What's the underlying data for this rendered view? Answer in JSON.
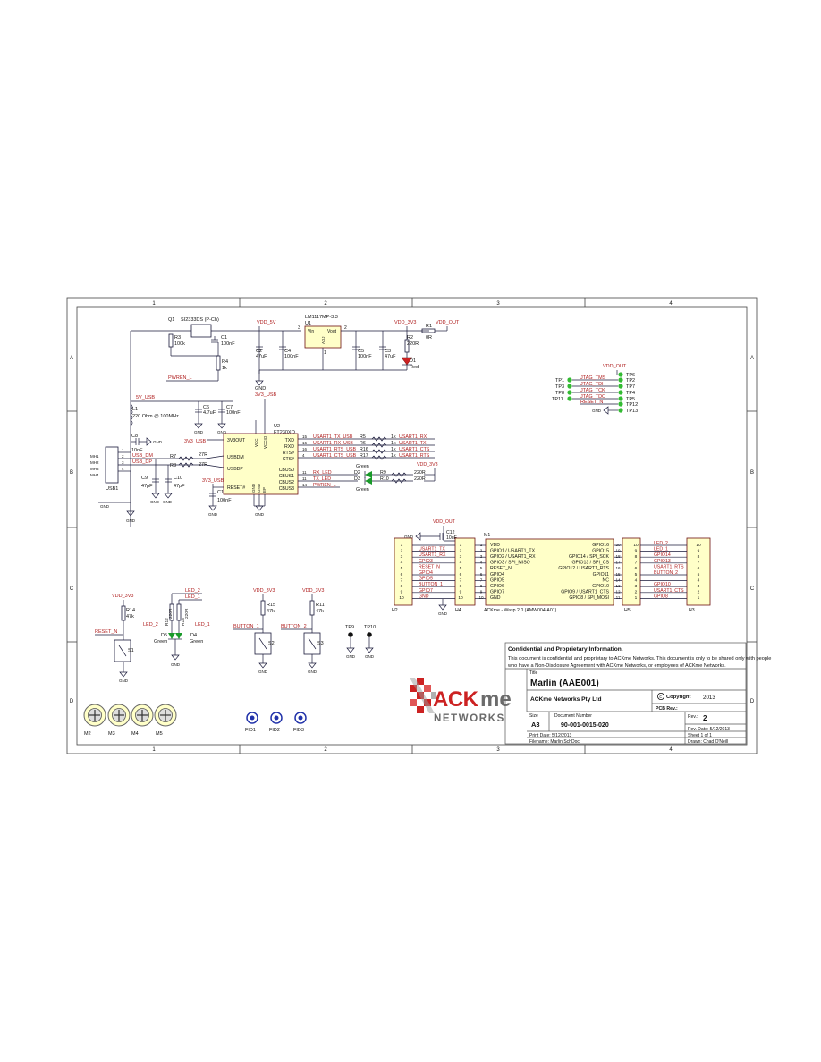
{
  "frame": {
    "columns": [
      "1",
      "2",
      "3",
      "4"
    ],
    "rows": [
      "A",
      "B",
      "C",
      "D"
    ]
  },
  "power_section": {
    "q1_label": "Q1",
    "q1_part": "SI2333DS (P-Ch)",
    "r3": "R3",
    "r3_val": "100k",
    "c1": "C1",
    "c1_val": "100nF",
    "r4": "R4",
    "r4_val": "1k",
    "pwren": "PWREN_L",
    "vdd_5v": "VDD_5V",
    "regulator_part": "LM1117MP-3.3",
    "regulator_ref": "U1",
    "vin": "Vin",
    "vout": "Vout",
    "adj": "ADJ",
    "pin3": "3",
    "pin2": "2",
    "pin1": "1",
    "c2": "C2",
    "c2_val": "47uF",
    "c4": "C4",
    "c4_val": "100nF",
    "c5": "C5",
    "c5_val": "100nF",
    "c3": "C3",
    "c3_val": "47uF",
    "vdd_3v3": "VDD_3V3",
    "r1": "R1",
    "r1_val": "0R",
    "vdd_out": "VDD_OUT",
    "r2": "R2",
    "r2_val": "220R",
    "d1": "D1",
    "d1_val": "Red",
    "gnd": "GND"
  },
  "usb_section": {
    "net_5v_usb": "5V_USB",
    "l1": "L1",
    "l1_val": "220 Ohm @ 100MHz",
    "c6": "C6",
    "c6_val": "4.7uF",
    "c7": "C7",
    "c7_val": "100nF",
    "c8": "C8",
    "c8_val": "10nF",
    "usb_dm": "USB_DM",
    "usb_dp": "USB_DP",
    "r7": "R7",
    "r7_val": "27R",
    "r8": "R8",
    "r8_val": "27R",
    "c9": "C9",
    "c9_val": "47pF",
    "c10": "C10",
    "c10_val": "47pF",
    "usb1": "USB1",
    "mh": [
      "MH1",
      "MH2",
      "MH3",
      "MH4"
    ],
    "usb_pins": [
      "1",
      "2",
      "3",
      "4"
    ],
    "net_3v3_usb": "3V3_USB",
    "c11": "C11",
    "c11_val": "100nF",
    "u2": "U2",
    "u2_part": "FT230XQ",
    "u2_left_pins": [
      "3V3OUT",
      "USBDM",
      "USBDP",
      "RESET#"
    ],
    "u2_right_pins": [
      "TXD",
      "RXD",
      "RTS#",
      "CTS#",
      "CBUS0",
      "CBUS1",
      "CBUS2",
      "CBUS3"
    ],
    "u2_bottom_pins": [
      "GND",
      "GND",
      "EP"
    ],
    "u2_top_pins": [
      "VCC",
      "VCCIO"
    ],
    "uart_nets": [
      "USART1_TX_USB",
      "USART1_RX_USB",
      "USART1_RTS_USB",
      "USART1_CTS_USB"
    ],
    "uart_res": [
      "R5",
      "R6",
      "R16",
      "R17"
    ],
    "uart_res_val": [
      "1k",
      "1k",
      "1k",
      "1k"
    ],
    "uart_out": [
      "USART1_RX",
      "USART1_TX",
      "USART1_CTS",
      "USART1_RTS"
    ],
    "cbus_nets": [
      "RX_LED",
      "TX_LED",
      "PWREN_L"
    ],
    "d2": "D2",
    "d3": "D3",
    "green": "Green",
    "r9": "R9",
    "r10": "R10",
    "r9_val": "220R",
    "r10_val": "220R"
  },
  "jtag": {
    "vdd_out": "VDD_OUT",
    "left_tps": [
      "TP1",
      "TP3",
      "TP8",
      "TP11"
    ],
    "right_tps": [
      "TP6",
      "TP2",
      "TP7",
      "TP4",
      "TP5",
      "TP12",
      "TP13"
    ],
    "signals": [
      "JTAG_TMS",
      "JTAG_TDI",
      "JTAG_TCK",
      "JTAG_TDO",
      "RESET_N"
    ],
    "gnd": "GND"
  },
  "module": {
    "c12": "C12",
    "c12_val": "10uF",
    "vdd_out": "VDD_OUT",
    "m1": "M1",
    "left_pins": [
      "VDD",
      "GPIO1 / USART1_TX",
      "GPIO2 / USART1_RX",
      "GPIO3 / SPI_MISO",
      "RESET_N",
      "GPIO4",
      "GPIO5",
      "GPIO6",
      "GPIO7",
      "GND"
    ],
    "right_pins": [
      "GPIO16",
      "GPIO15",
      "GPIO14 / SPI_SCK",
      "GPIO13 / SPI_CS",
      "GPIO12 / USART1_RTS",
      "GPIO11",
      "NC",
      "GPIO10",
      "GPIO9 / USART1_CTS",
      "GPIO8 / SPI_MOSI"
    ],
    "caption": "ACKme - Wasp 2.0 (AMW004-A01)",
    "h2_nets": [
      "",
      "USART1_TX",
      "USART1_RX",
      "GPIO3",
      "RESET_N",
      "GPIO4",
      "GPIO5",
      "BUTTON_1",
      "GPIO7",
      "GND"
    ],
    "h3_nets": [
      "LED_2",
      "LED_1",
      "GPIO14",
      "GPIO13",
      "USART1_RTS",
      "BUTTON_2",
      "",
      "GPIO10",
      "USART1_CTS",
      "GPIO8"
    ],
    "pins_1_10": [
      "1",
      "2",
      "3",
      "4",
      "5",
      "6",
      "7",
      "8",
      "9",
      "10"
    ],
    "pins_11_20": [
      "11",
      "12",
      "13",
      "14",
      "15",
      "16",
      "17",
      "18",
      "19",
      "20"
    ],
    "pins_10_1": [
      "10",
      "9",
      "8",
      "7",
      "6",
      "5",
      "4",
      "3",
      "2",
      "1"
    ],
    "h2": "H2",
    "h4": "H4",
    "h5": "H5",
    "h3": "H3"
  },
  "bottom": {
    "vdd_3v3": "VDD_3V3",
    "r14": "R14",
    "r14_val": "47k",
    "reset_n": "RESET_N",
    "s1": "S1",
    "led_2": "LED_2",
    "led_1": "LED_1",
    "r12": "R12",
    "r13": "R13",
    "r12_val": "220R",
    "r13_val": "220R",
    "d5": "D5",
    "d4": "D4",
    "green": "Green",
    "r15": "R15",
    "r15_val": "47k",
    "button_1": "BUTTON_1",
    "s2": "S2",
    "r11": "R11",
    "r11_val": "47k",
    "button_2": "BUTTON_2",
    "s3": "S3",
    "tp9": "TP9",
    "tp10": "TP10",
    "mounts": [
      "M2",
      "M3",
      "M4",
      "M5"
    ],
    "fids": [
      "FID1",
      "FID2",
      "FID3"
    ],
    "gnd": "GND"
  },
  "title_block": {
    "confidential_title": "Confidential and Proprietary Information.",
    "confidential_text_1": "This document is confidential and proprietary to ACKme Networks. This document is only to be shared only with people",
    "confidential_text_2": "who have a Non-Disclosure Agreement with ACKme Networks, or employees of ACKme Networks.",
    "title_label": "Title",
    "title": "Marlin (AAE001)",
    "company": "ACKme Networks Pty Ltd",
    "copyright_label": "Copyright",
    "copyright_year": "2013",
    "pcb_rev_label": "PCB Rev.:",
    "logo_ack": "ACK",
    "logo_me": "me",
    "logo_networks": "NETWORKS",
    "size_label": "Size",
    "size": "A3",
    "docnum_label": "Document Number",
    "docnum": "90-001-0015-020",
    "rev_label": "Rev.:",
    "rev": "2",
    "rev_date": "Rev. Date: 5/12/2013",
    "sheet": "Sheet  1  of  1",
    "print_date": "Print Date: 5/12/2013",
    "filename": "Filename:  Marlin.SchDoc",
    "drawn": "Drawn:   Chad O'Neill"
  },
  "colors": {
    "net_label": "#b02020",
    "component_text": "#111111",
    "wire": "#1a1a3a",
    "led_green": "#1a9a2a",
    "ic_fill": "#ffffc8",
    "logo_red": "#cc2222",
    "logo_grey": "#6b6b6b"
  }
}
